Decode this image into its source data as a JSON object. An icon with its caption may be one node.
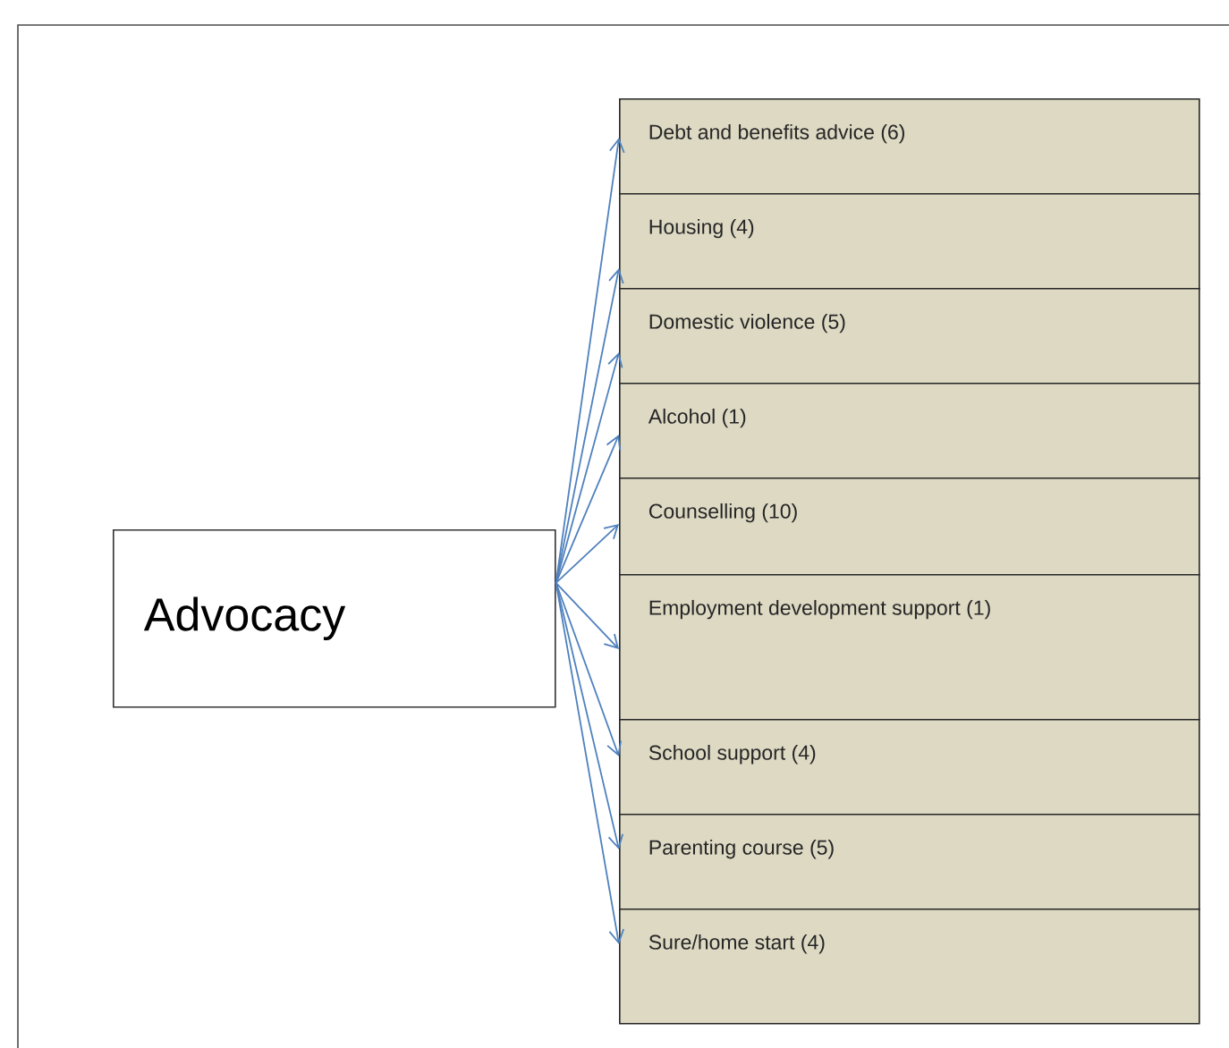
{
  "diagram": {
    "nodes": [
      {
        "text": [
          "Advocacy"
        ]
      },
      {
        "text": [
          "Debt and benefits advice (6)"
        ]
      },
      {
        "text": [
          "Housing (4)"
        ]
      },
      {
        "text": [
          "Domestic violence (5)"
        ]
      },
      {
        "text": [
          "Alcohol (1)"
        ]
      },
      {
        "text": [
          "Counselling (10)"
        ]
      },
      {
        "text": [
          "Employment development support (1)"
        ]
      },
      {
        "text": [
          "School support (4)"
        ]
      },
      {
        "text": [
          "Parenting course (5)"
        ]
      },
      {
        "text": [
          "Sure/home start (4)"
        ]
      }
    ],
    "edges": [
      {
        "from": 0,
        "to": 1,
        "arrow": "to"
      },
      {
        "from": 0,
        "to": 2,
        "arrow": "to"
      },
      {
        "from": 0,
        "to": 3,
        "arrow": "to"
      },
      {
        "from": 0,
        "to": 4,
        "arrow": "to"
      },
      {
        "from": 0,
        "to": 5,
        "arrow": "to"
      },
      {
        "from": 0,
        "to": 6,
        "arrow": "to"
      },
      {
        "from": 0,
        "to": 7,
        "arrow": "to"
      },
      {
        "from": 0,
        "to": 8,
        "arrow": "to"
      },
      {
        "from": 0,
        "to": 9,
        "arrow": "to"
      }
    ]
  }
}
